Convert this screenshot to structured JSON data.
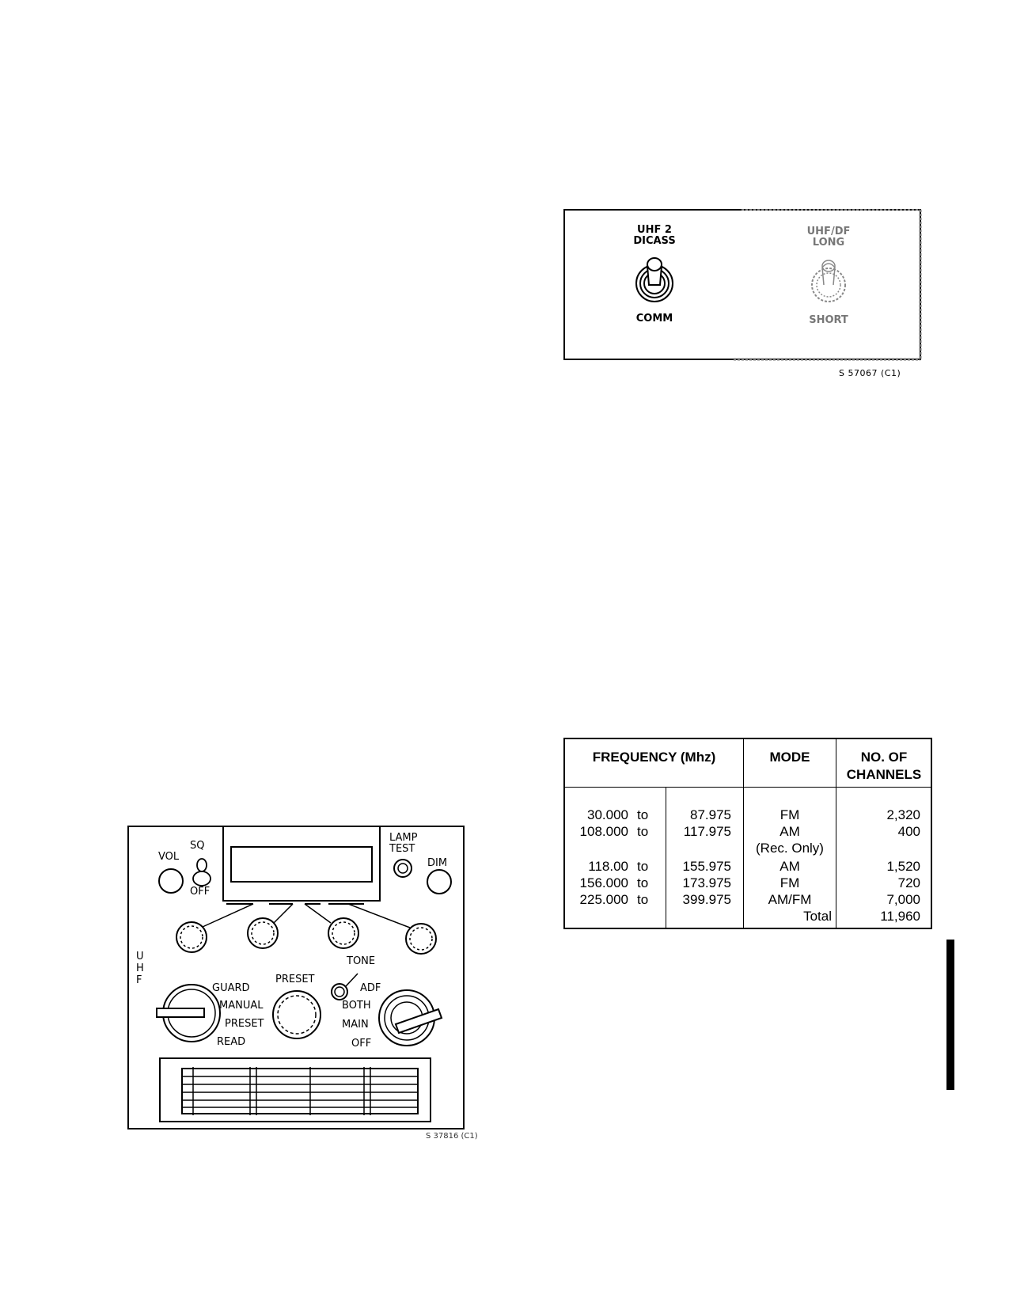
{
  "switch_panel": {
    "left_switch": {
      "top_label_1": "UHF 2",
      "top_label_2": "DICASS",
      "bottom_label": "COMM"
    },
    "right_switch": {
      "top_label_1": "UHF/DF",
      "top_label_2": "LONG",
      "bottom_label": "SHORT"
    },
    "figure_id": "S 57067 (C1)"
  },
  "radio_panel": {
    "side_label": [
      "U",
      "H",
      "F"
    ],
    "vol_label": "VOL",
    "sq_label": "SQ",
    "off_label": "OFF",
    "lamp_test_label_1": "LAMP",
    "lamp_test_label_2": "TEST",
    "dim_label": "DIM",
    "tone_label": "TONE",
    "preset_knob_label": "PRESET",
    "mode_selector": [
      "GUARD",
      "MANUAL",
      "PRESET",
      "READ"
    ],
    "function_selector": [
      "ADF",
      "BOTH",
      "MAIN",
      "OFF"
    ],
    "figure_id": "S 37816 (C1)"
  },
  "frequency_table": {
    "headers": {
      "frequency": "FREQUENCY (Mhz)",
      "mode": "MODE",
      "channels_1": "NO. OF",
      "channels_2": "CHANNELS"
    },
    "rows": [
      {
        "from": "30.000",
        "to_word": "to",
        "to": "87.975",
        "mode": "FM",
        "channels": "2,320"
      },
      {
        "from": "108.000",
        "to_word": "to",
        "to": "117.975",
        "mode": "AM",
        "channels": "400"
      },
      {
        "from": "",
        "to_word": "",
        "to": "",
        "mode": "(Rec. Only)",
        "channels": ""
      },
      {
        "from": "118.00",
        "to_word": "to",
        "to": "155.975",
        "mode": "AM",
        "channels": "1,520"
      },
      {
        "from": "156.000",
        "to_word": "to",
        "to": "173.975",
        "mode": "FM",
        "channels": "720"
      },
      {
        "from": "225.000",
        "to_word": "to",
        "to": "399.975",
        "mode": "AM/FM",
        "channels": "7,000"
      }
    ],
    "total_label": "Total",
    "total_value": "11,960"
  }
}
